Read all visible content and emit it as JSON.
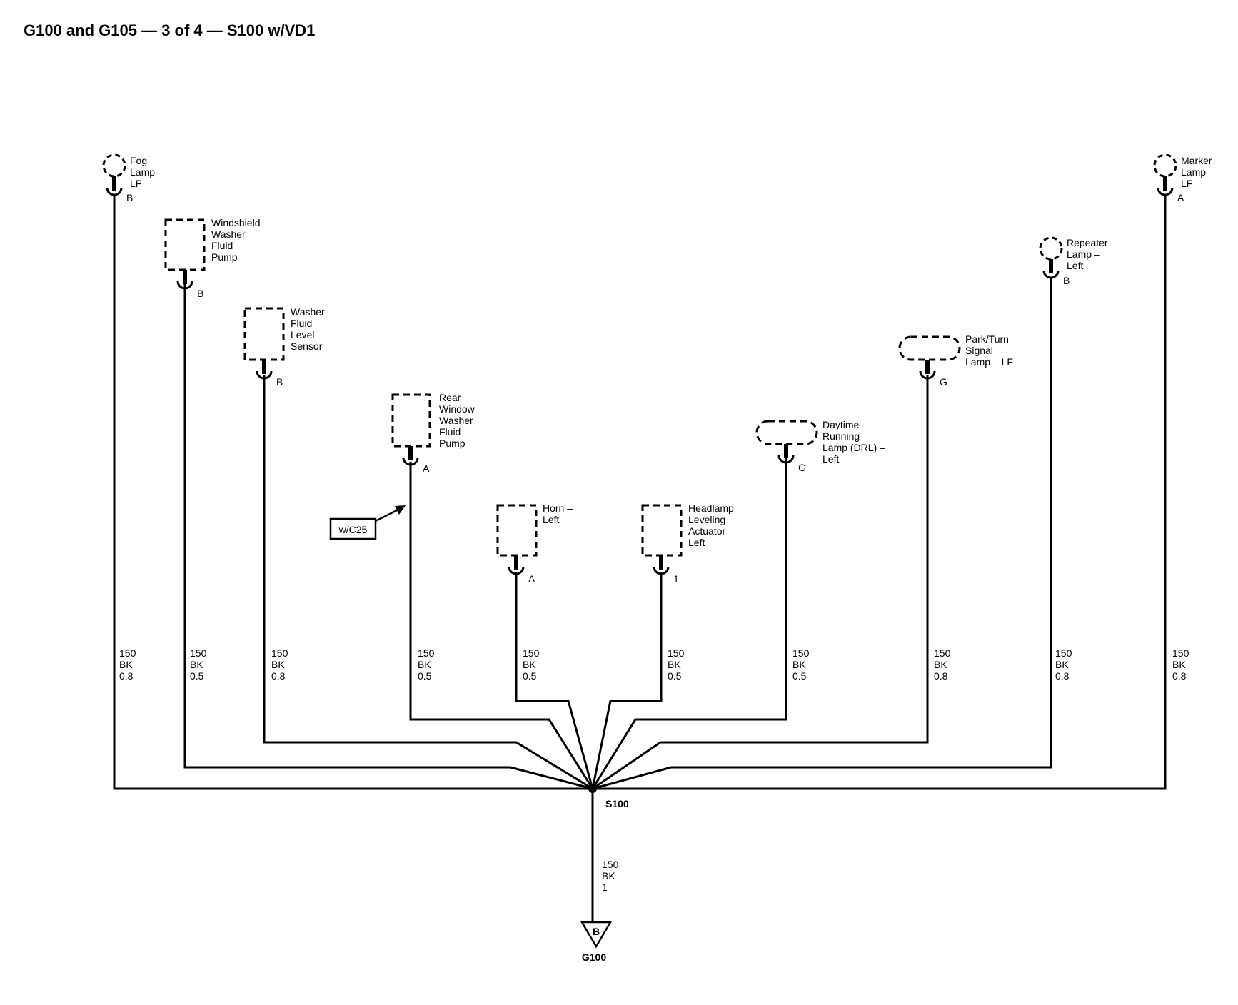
{
  "title": "G100 and G105 — 3 of 4 — S100 w/VD1",
  "components": [
    {
      "id": "fog-lamp-lf",
      "label": [
        "Fog",
        "Lamp –",
        "LF"
      ],
      "pin": "B",
      "wire": [
        "150",
        "BK",
        "0.8"
      ]
    },
    {
      "id": "windshield-washer-fluid-pump",
      "label": [
        "Windshield",
        "Washer",
        "Fluid",
        "Pump"
      ],
      "pin": "B",
      "wire": [
        "150",
        "BK",
        "0.5"
      ]
    },
    {
      "id": "washer-fluid-level-sensor",
      "label": [
        "Washer",
        "Fluid",
        "Level",
        "Sensor"
      ],
      "pin": "B",
      "wire": [
        "150",
        "BK",
        "0.8"
      ]
    },
    {
      "id": "rear-window-washer-fluid-pump",
      "label": [
        "Rear",
        "Window",
        "Washer",
        "Fluid",
        "Pump"
      ],
      "pin": "A",
      "wire": [
        "150",
        "BK",
        "0.5"
      ]
    },
    {
      "id": "horn-left",
      "label": [
        "Horn –",
        "Left"
      ],
      "pin": "A",
      "wire": [
        "150",
        "BK",
        "0.5"
      ]
    },
    {
      "id": "headlamp-leveling-actuator-left",
      "label": [
        "Headlamp",
        "Leveling",
        "Actuator –",
        "Left"
      ],
      "pin": "1",
      "wire": [
        "150",
        "BK",
        "0.5"
      ]
    },
    {
      "id": "drl-left",
      "label": [
        "Daytime",
        "Running",
        "Lamp (DRL) –",
        "Left"
      ],
      "pin": "G",
      "wire": [
        "150",
        "BK",
        "0.5"
      ]
    },
    {
      "id": "park-turn-signal-lamp-lf",
      "label": [
        "Park/Turn",
        "Signal",
        "Lamp – LF"
      ],
      "pin": "G",
      "wire": [
        "150",
        "BK",
        "0.8"
      ]
    },
    {
      "id": "repeater-lamp-left",
      "label": [
        "Repeater",
        "Lamp –",
        "Left"
      ],
      "pin": "B",
      "wire": [
        "150",
        "BK",
        "0.8"
      ]
    },
    {
      "id": "marker-lamp-lf",
      "label": [
        "Marker",
        "Lamp –",
        "LF"
      ],
      "pin": "A",
      "wire": [
        "150",
        "BK",
        "0.8"
      ]
    }
  ],
  "option_tag": "w/C25",
  "splice": "S100",
  "ground_wire": [
    "150",
    "BK",
    "1"
  ],
  "ground": {
    "letter": "B",
    "name": "G100"
  }
}
